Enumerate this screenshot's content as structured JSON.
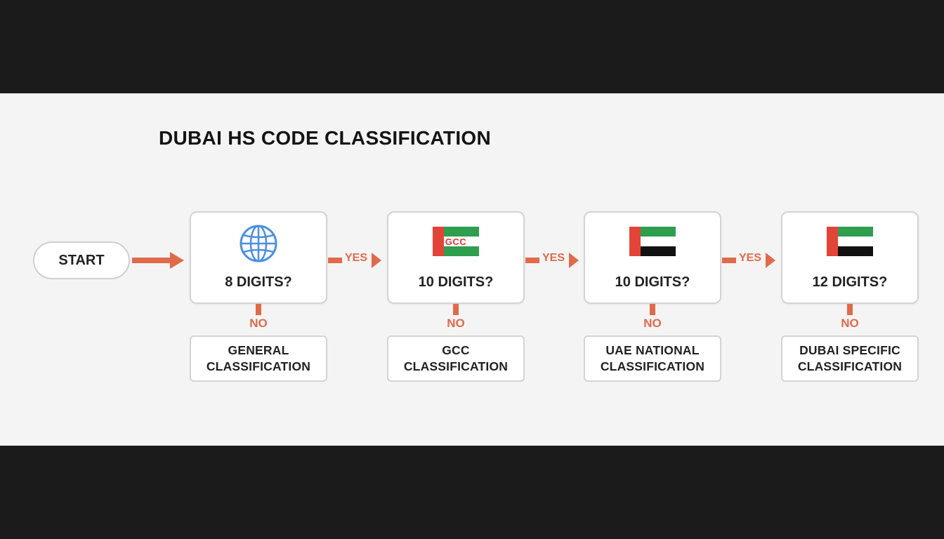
{
  "title": "DUBAI HS CODE CLASSIFICATION",
  "start_label": "START",
  "colors": {
    "accent": "#e06a4a",
    "flag_red": "#e34438",
    "flag_green": "#2e9e4f",
    "flag_black": "#111111",
    "globe_blue": "#4a8fe0"
  },
  "steps": [
    {
      "icon": "globe-icon",
      "question": "8 DIGITS?",
      "yes_label": "YES",
      "no_label": "NO",
      "result": "GENERAL\nCLASSIFICATION"
    },
    {
      "icon": "gcc-flag-icon",
      "icon_text": "GCC",
      "question": "10 DIGITS?",
      "yes_label": "YES",
      "no_label": "NO",
      "result": "GCC\nCLASSIFICATION"
    },
    {
      "icon": "uae-flag-icon",
      "question": "10 DIGITS?",
      "yes_label": "YES",
      "no_label": "NO",
      "result": "UAE NATIONAL\nCLASSIFICATION"
    },
    {
      "icon": "uae-flag-icon",
      "question": "12 DIGITS?",
      "no_label": "NO",
      "result": "DUBAI SPECIFIC\nCLASSIFICATION"
    }
  ]
}
